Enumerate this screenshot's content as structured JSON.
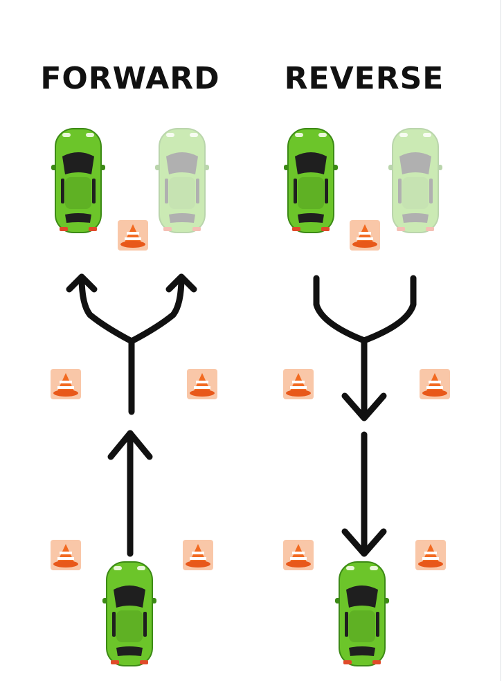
{
  "titles": {
    "forward": "FORWARD",
    "reverse": "REVERSE"
  },
  "colors": {
    "car_body": "#6cc52a",
    "car_dark": "#3c8a15",
    "car_glass": "#1f1f1f",
    "ghost_car_opacity": 0.35,
    "cone": "#f26a21",
    "cone_stripe": "#ffffff",
    "cone_tile": "#f9c7a8",
    "arrow": "#111111"
  },
  "icons": {
    "car": "car-top-view-icon",
    "cone": "traffic-cone-icon"
  }
}
